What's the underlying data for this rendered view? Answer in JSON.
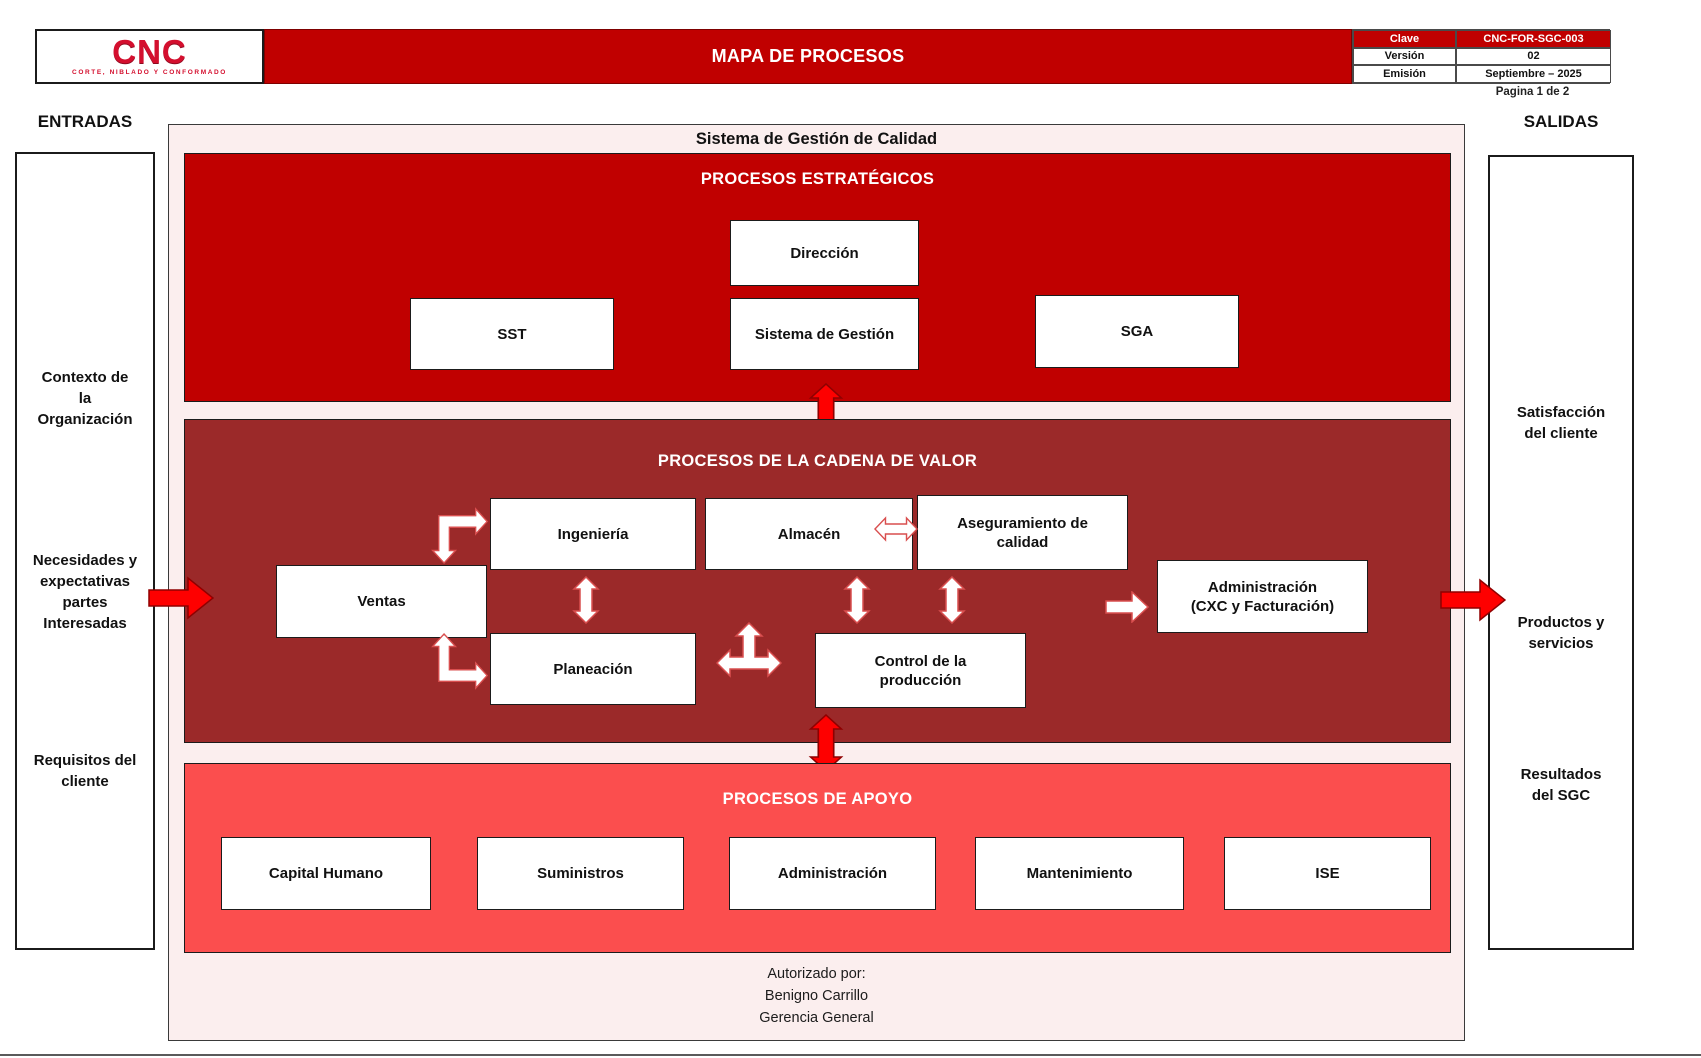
{
  "header": {
    "logo": {
      "brand": "CNC",
      "tagline": "CORTE, NIBLADO Y CONFORMADO"
    },
    "title": "MAPA DE PROCESOS",
    "info_table": {
      "rows": [
        {
          "label": "Clave",
          "value": "CNC-FOR-SGC-003"
        },
        {
          "label": "Versión",
          "value": "02"
        },
        {
          "label": "Emisión",
          "value": "Septiembre – 2025"
        }
      ]
    },
    "page_label": "Pagina 1 de 2"
  },
  "entradas": {
    "title": "ENTRADAS",
    "items": [
      "Contexto de\nla\nOrganización",
      "Necesidades y\nexpectativas\npartes\nInteresadas",
      "Requisitos del\ncliente"
    ]
  },
  "salidas": {
    "title": "SALIDAS",
    "items": [
      "Satisfacción\ndel cliente",
      "Productos y\nservicios",
      "Resultados\ndel SGC"
    ]
  },
  "sgc": {
    "title": "Sistema de Gestión de Calidad",
    "estrategicos": {
      "title": "PROCESOS ESTRATÉGICOS",
      "direccion": "Dirección",
      "sst": "SST",
      "sistema_gestion": "Sistema de Gestión",
      "sga": "SGA"
    },
    "cadena": {
      "title": "PROCESOS DE LA CADENA DE VALOR",
      "ventas": "Ventas",
      "ingenieria": "Ingeniería",
      "planeacion": "Planeación",
      "almacen": "Almacén",
      "control": "Control de la\nproducción",
      "aseguramiento": "Aseguramiento de\ncalidad",
      "administracion": "Administración\n(CXC y Facturación)"
    },
    "apoyo": {
      "title": "PROCESOS DE APOYO",
      "items": [
        "Capital Humano",
        "Suministros",
        "Administración",
        "Mantenimiento",
        "ISE"
      ]
    },
    "footer": {
      "line1": "Autorizado por:",
      "line2": "Benigno Carrillo",
      "line3": "Gerencia General"
    }
  },
  "colors": {
    "primary_red": "#C00000",
    "cadena_maroon": "#9B2929",
    "apoyo_coral": "#FB4E4E",
    "container_pink": "#FBEEEE",
    "arrow_red": "#FE0000",
    "logo_red": "#D40F2E"
  }
}
